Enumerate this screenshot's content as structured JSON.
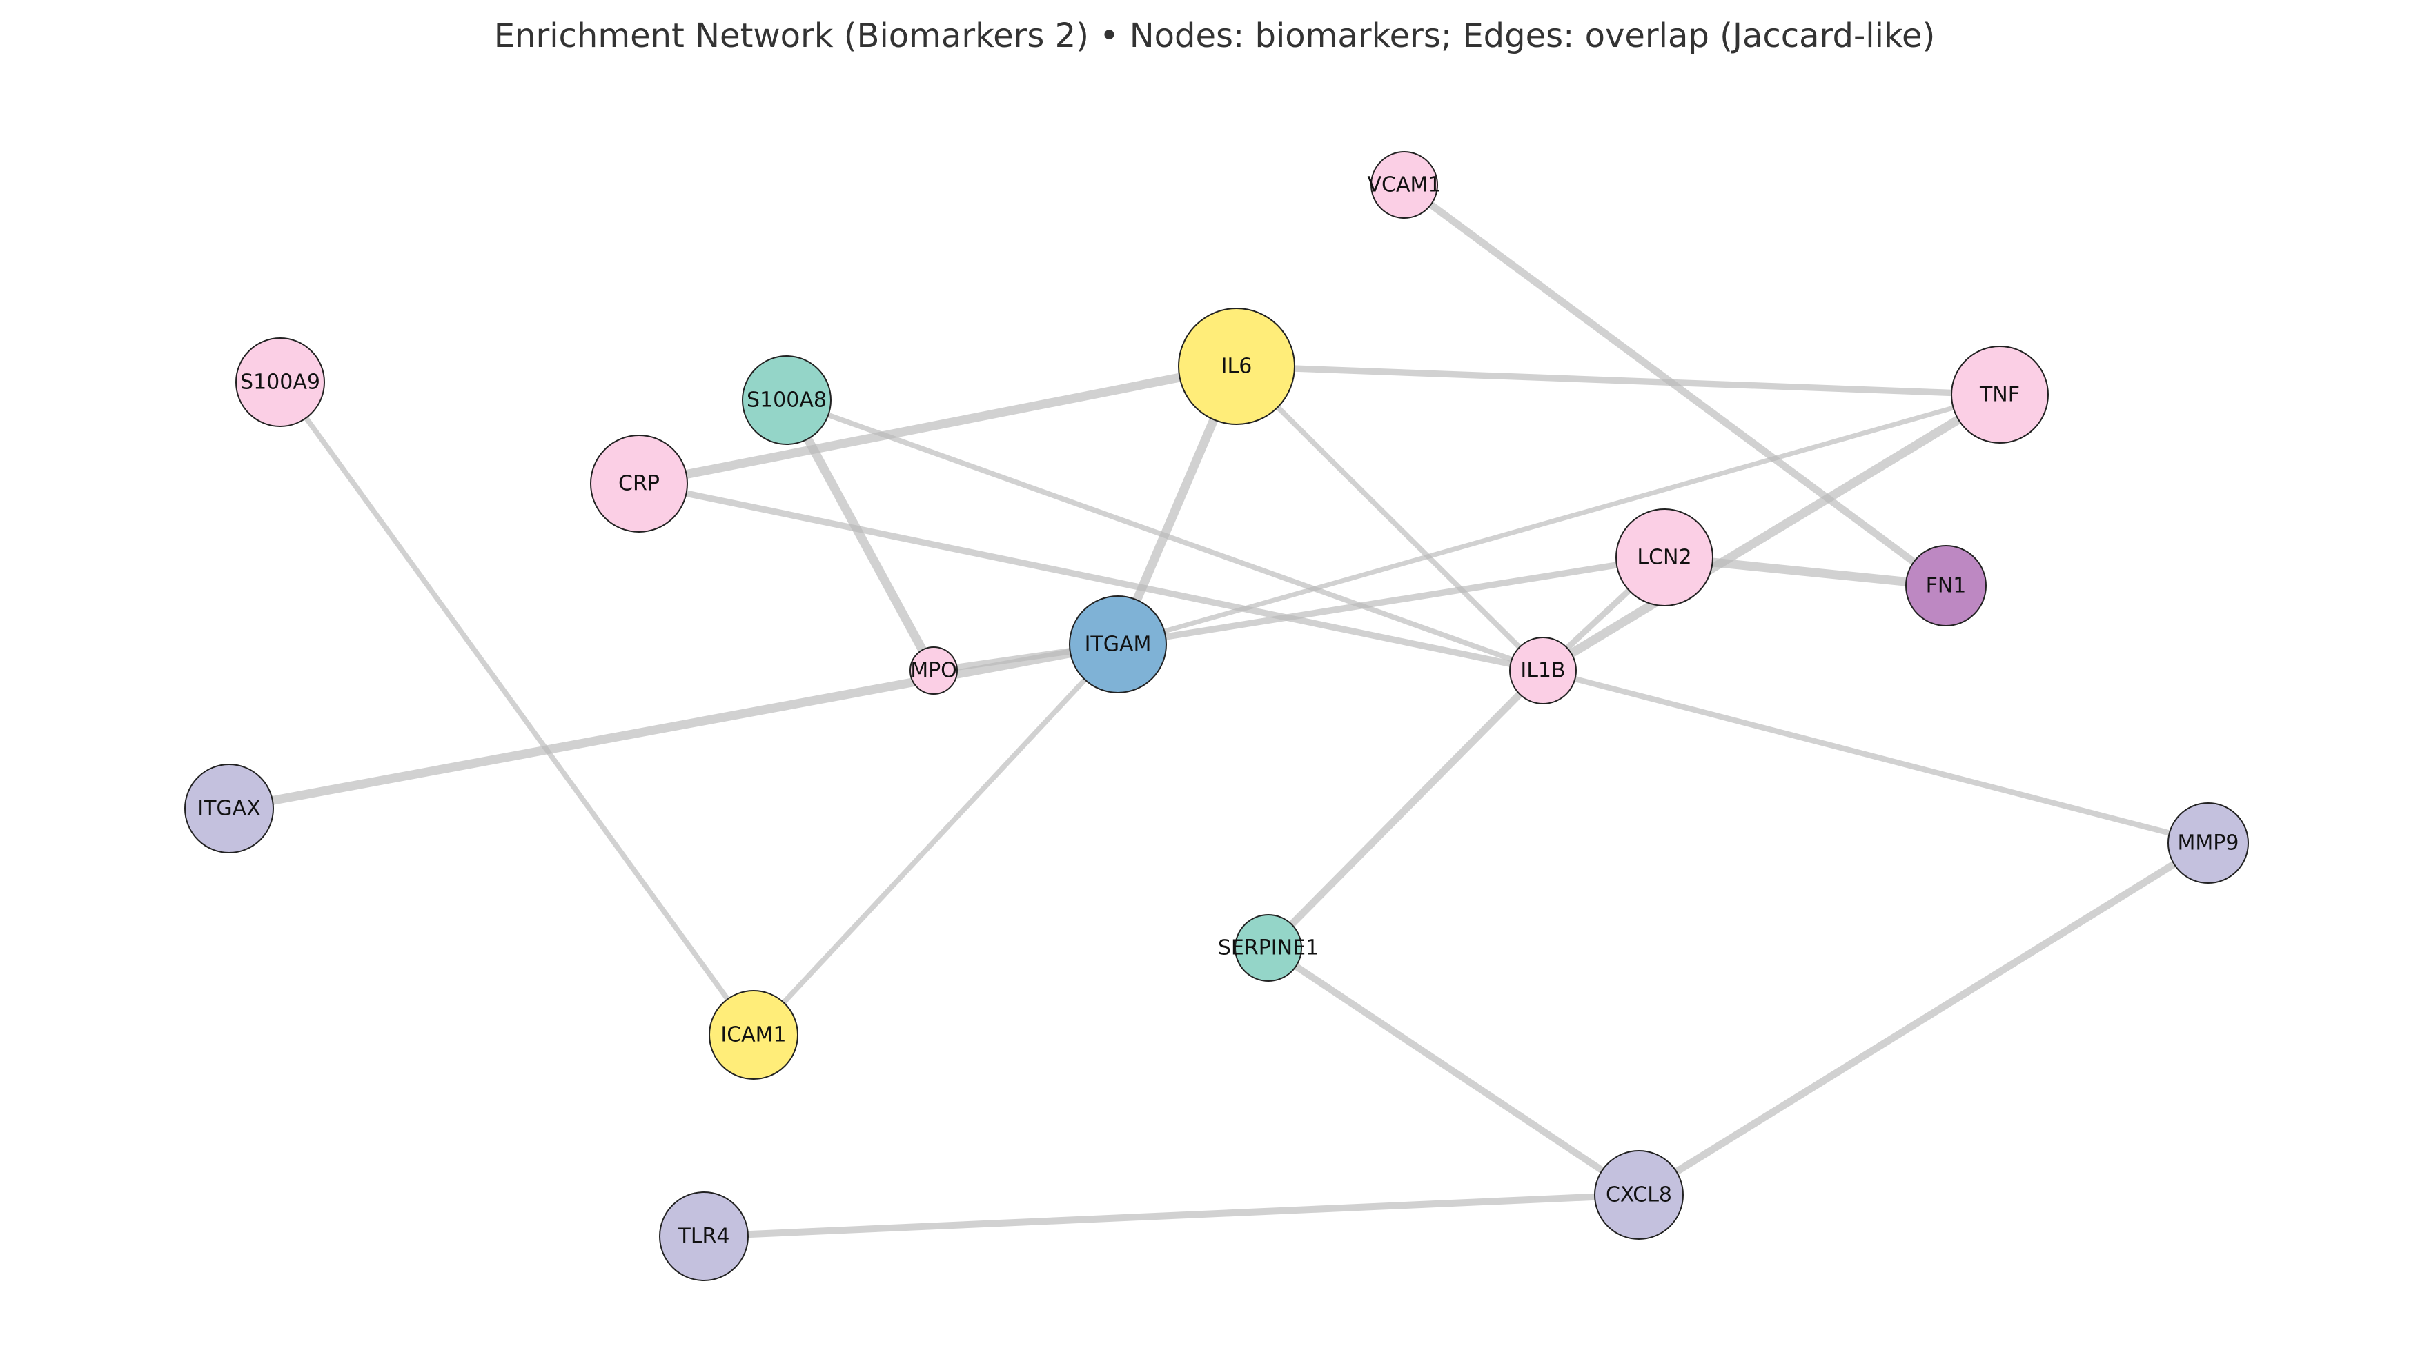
{
  "chart_data": {
    "type": "network",
    "title": "Enrichment Network (Biomarkers 2) • Nodes: biomarkers; Edges: overlap (Jaccard-like)",
    "nodes": [
      {
        "id": "VCAM1",
        "label": "VCAM1",
        "color": "#fbcfe5",
        "size": 1
      },
      {
        "id": "S100A9",
        "label": "S100A9",
        "color": "#fbcfe5",
        "size": 3
      },
      {
        "id": "S100A8",
        "label": "S100A8",
        "color": "#94d5c8",
        "size": 3
      },
      {
        "id": "IL6",
        "label": "IL6",
        "color": "#ffed79",
        "size": 5
      },
      {
        "id": "TNF",
        "label": "TNF",
        "color": "#fbcfe5",
        "size": 4
      },
      {
        "id": "CRP",
        "label": "CRP",
        "color": "#fbcfe5",
        "size": 4
      },
      {
        "id": "LCN2",
        "label": "LCN2",
        "color": "#fbcfe5",
        "size": 4
      },
      {
        "id": "FN1",
        "label": "FN1",
        "color": "#bd88c2",
        "size": 2
      },
      {
        "id": "ITGAM",
        "label": "ITGAM",
        "color": "#7fb2d6",
        "size": 4
      },
      {
        "id": "MPO",
        "label": "MPO",
        "color": "#fbcfe5",
        "size": 0
      },
      {
        "id": "IL1B",
        "label": "IL1B",
        "color": "#fbcfe5",
        "size": 1
      },
      {
        "id": "ITGAX",
        "label": "ITGAX",
        "color": "#c4c1de",
        "size": 3
      },
      {
        "id": "MMP9",
        "label": "MMP9",
        "color": "#c4c1de",
        "size": 2
      },
      {
        "id": "SERPINE1",
        "label": "SERPINE1",
        "color": "#94d5c8",
        "size": 1
      },
      {
        "id": "ICAM1",
        "label": "ICAM1",
        "color": "#ffed79",
        "size": 3
      },
      {
        "id": "CXCL8",
        "label": "CXCL8",
        "color": "#c4c1de",
        "size": 3
      },
      {
        "id": "TLR4",
        "label": "TLR4",
        "color": "#c4c1de",
        "size": 3
      }
    ],
    "edges": [
      {
        "source": "VCAM1",
        "target": "FN1",
        "weight": 0.55
      },
      {
        "source": "IL6",
        "target": "CRP",
        "weight": 0.75
      },
      {
        "source": "IL6",
        "target": "TNF",
        "weight": 0.45
      },
      {
        "source": "IL6",
        "target": "ITGAM",
        "weight": 0.75
      },
      {
        "source": "IL6",
        "target": "IL1B",
        "weight": 0.3
      },
      {
        "source": "S100A8",
        "target": "MPO",
        "weight": 0.75
      },
      {
        "source": "S100A8",
        "target": "IL1B",
        "weight": 0.3
      },
      {
        "source": "CRP",
        "target": "IL1B",
        "weight": 0.45
      },
      {
        "source": "TNF",
        "target": "ITGAM",
        "weight": 0.25
      },
      {
        "source": "TNF",
        "target": "IL1B",
        "weight": 0.75
      },
      {
        "source": "LCN2",
        "target": "FN1",
        "weight": 0.75
      },
      {
        "source": "LCN2",
        "target": "ITGAM",
        "weight": 0.45
      },
      {
        "source": "LCN2",
        "target": "IL1B",
        "weight": 0.4
      },
      {
        "source": "ITGAM",
        "target": "ITGAX",
        "weight": 0.75
      },
      {
        "source": "ITGAM",
        "target": "MPO",
        "weight": 0.45
      },
      {
        "source": "ITGAM",
        "target": "ICAM1",
        "weight": 0.3
      },
      {
        "source": "S100A9",
        "target": "ICAM1",
        "weight": 0.3
      },
      {
        "source": "IL1B",
        "target": "MMP9",
        "weight": 0.35
      },
      {
        "source": "IL1B",
        "target": "SERPINE1",
        "weight": 0.55
      },
      {
        "source": "SERPINE1",
        "target": "CXCL8",
        "weight": 0.5
      },
      {
        "source": "MMP9",
        "target": "CXCL8",
        "weight": 0.55
      },
      {
        "source": "CXCL8",
        "target": "TLR4",
        "weight": 0.5
      }
    ]
  }
}
